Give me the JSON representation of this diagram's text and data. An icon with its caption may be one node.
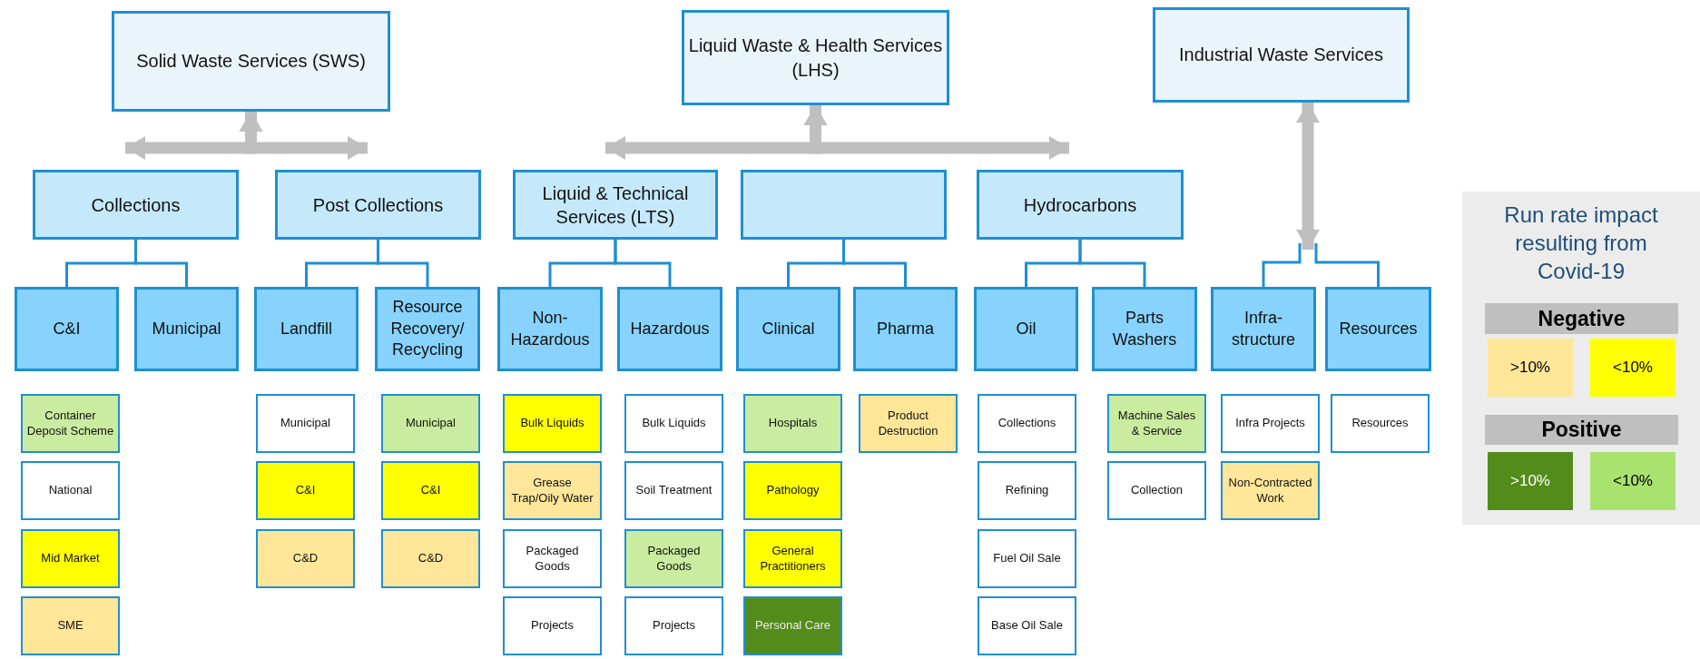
{
  "diagram": {
    "nodes": [
      {
        "text": [
          "Solid Waste Services (SWS)"
        ]
      },
      {
        "text": [
          "Liquid Waste & Health Services (LHS)"
        ]
      },
      {
        "text": [
          "Industrial Waste Services"
        ]
      },
      {
        "text": [
          "Collections"
        ]
      },
      {
        "text": [
          "Post Collections"
        ]
      },
      {
        "text": [
          "Liquid & Technical Services (LTS)"
        ]
      },
      {
        "text": [],
        "shape": "box"
      },
      {
        "text": [
          "Hydrocarbons"
        ]
      },
      {
        "text": [
          "C&I"
        ]
      },
      {
        "text": [
          "Municipal"
        ]
      },
      {
        "text": [
          "Landfill"
        ]
      },
      {
        "text": [
          "Resource Recovery/ Recycling"
        ]
      },
      {
        "text": [
          "Non-Hazardous"
        ]
      },
      {
        "text": [
          "Hazardous"
        ]
      },
      {
        "text": [
          "Clinical"
        ]
      },
      {
        "text": [
          "Pharma"
        ]
      },
      {
        "text": [
          "Oil"
        ]
      },
      {
        "text": [
          "Parts Washers"
        ]
      },
      {
        "text": [
          "Infra-structure"
        ]
      },
      {
        "text": [
          "Resources"
        ]
      },
      {
        "text": [
          "Container Deposit Scheme"
        ]
      },
      {
        "text": [
          "National"
        ]
      },
      {
        "text": [
          "Mid Market"
        ]
      },
      {
        "text": [
          "SME"
        ]
      },
      {
        "text": [
          "Municipal"
        ]
      },
      {
        "text": [
          "C&I"
        ]
      },
      {
        "text": [
          "C&D"
        ]
      },
      {
        "text": [
          "Municipal"
        ]
      },
      {
        "text": [
          "C&I"
        ]
      },
      {
        "text": [
          "C&D"
        ]
      },
      {
        "text": [
          "Bulk Liquids"
        ]
      },
      {
        "text": [
          "Grease Trap/Oily Water"
        ]
      },
      {
        "text": [
          "Packaged Goods"
        ]
      },
      {
        "text": [
          "Projects"
        ]
      },
      {
        "text": [
          "Bulk Liquids"
        ]
      },
      {
        "text": [
          "Soil Treatment"
        ]
      },
      {
        "text": [
          "Packaged Goods"
        ]
      },
      {
        "text": [
          "Projects"
        ]
      },
      {
        "text": [
          "Hospitals"
        ]
      },
      {
        "text": [
          "Pathology"
        ]
      },
      {
        "text": [
          "General Practitioners"
        ]
      },
      {
        "text": [
          "Personal Care"
        ]
      },
      {
        "text": [
          "Product Destruction"
        ]
      },
      {
        "text": [
          "Collections"
        ]
      },
      {
        "text": [
          "Refining"
        ]
      },
      {
        "text": [
          "Fuel Oil Sale"
        ]
      },
      {
        "text": [
          "Base Oil Sale"
        ]
      },
      {
        "text": [
          "Machine Sales & Service"
        ]
      },
      {
        "text": [
          "Collection"
        ]
      },
      {
        "text": [
          "Infra Projects"
        ]
      },
      {
        "text": [
          "Non-Contracted Work"
        ]
      },
      {
        "text": [
          "Resources"
        ]
      }
    ],
    "edges": [
      {
        "from": 0,
        "to": 3,
        "arrow": "both",
        "style": "thick",
        "color": "#bfbfbf"
      },
      {
        "from": 0,
        "to": 4,
        "arrow": "both",
        "style": "thick",
        "color": "#bfbfbf"
      },
      {
        "from": 1,
        "to": 5,
        "arrow": "both",
        "style": "thick",
        "color": "#bfbfbf"
      },
      {
        "from": 1,
        "to": 7,
        "arrow": "both",
        "style": "thick",
        "color": "#bfbfbf"
      },
      {
        "from": 2,
        "to": 18,
        "arrow": "both",
        "style": "thick",
        "color": "#bfbfbf"
      },
      {
        "from": 3,
        "to": 8,
        "arrow": "none"
      },
      {
        "from": 3,
        "to": 9,
        "arrow": "none"
      },
      {
        "from": 4,
        "to": 10,
        "arrow": "none"
      },
      {
        "from": 4,
        "to": 11,
        "arrow": "none"
      },
      {
        "from": 5,
        "to": 12,
        "arrow": "none"
      },
      {
        "from": 5,
        "to": 13,
        "arrow": "none"
      },
      {
        "from": 6,
        "to": 14,
        "arrow": "none"
      },
      {
        "from": 6,
        "to": 15,
        "arrow": "none"
      },
      {
        "from": 7,
        "to": 16,
        "arrow": "none"
      },
      {
        "from": 7,
        "to": 17,
        "arrow": "none"
      },
      {
        "from": null,
        "to": 18,
        "arrow": "none"
      },
      {
        "from": null,
        "to": 19,
        "arrow": "none"
      }
    ],
    "labels": [
      "Run rate impact resulting from Covid-19",
      "Negative",
      "Positive"
    ],
    "legend": [
      {
        "text": ">10%",
        "color": "#ffe699"
      },
      {
        "text": "<10%",
        "color": "#ffff00"
      },
      {
        "text": ">10%",
        "color": "#548c1c"
      },
      {
        "text": "<10%",
        "color": "#a9e26e"
      }
    ]
  }
}
